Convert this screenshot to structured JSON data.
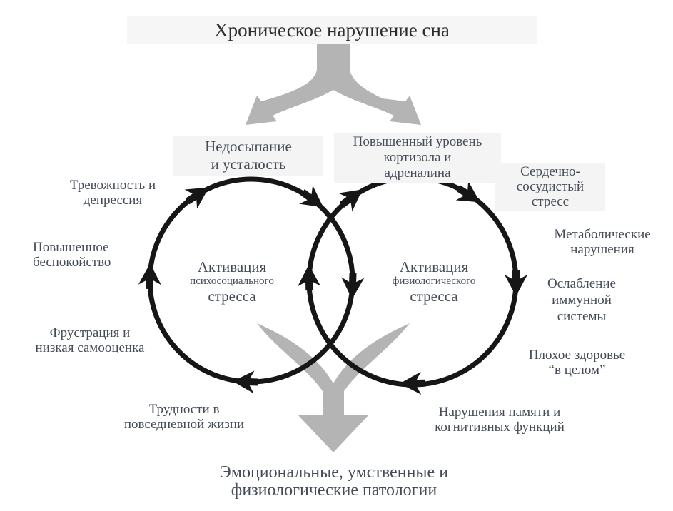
{
  "diagram": {
    "title": "Хроническое нарушение сна",
    "outcome": "Эмоциональные, умственные и\nфизиологические патологии",
    "left_cycle": {
      "trigger": "Недосыпание\nи усталость",
      "center_line1": "Активация",
      "center_line2": "психосоциального",
      "center_line3": "стресса",
      "effects": {
        "anxiety": "Тревожность и\nдепрессия",
        "worry": "Повышенное\nбеспокойство",
        "frustration": "Фрустрация и\nнизкая самооценка",
        "daily": "Трудности в\nповседневной жизни"
      }
    },
    "right_cycle": {
      "trigger": "Повышенный уровень\nкортизола и\nадреналина",
      "center_line1": "Активация",
      "center_line2": "физиологического",
      "center_line3": "стресса",
      "effects": {
        "cardio": "Сердечно-\nсосудистый\nстресс",
        "metabolic": "Метаболические\nнарушения",
        "immune": "Ослабление\nиммунной\nсистемы",
        "poor_health": "Плохое здоровье\n“в целом”",
        "memory": "Нарушения памяти и\nкогнитивных функций"
      }
    },
    "colors": {
      "line": "#161616",
      "arrow_gray": "#b4b4b4",
      "text": "#454c58",
      "title_text": "#2d2d2d",
      "label_bg": "#f4f4f4"
    }
  }
}
